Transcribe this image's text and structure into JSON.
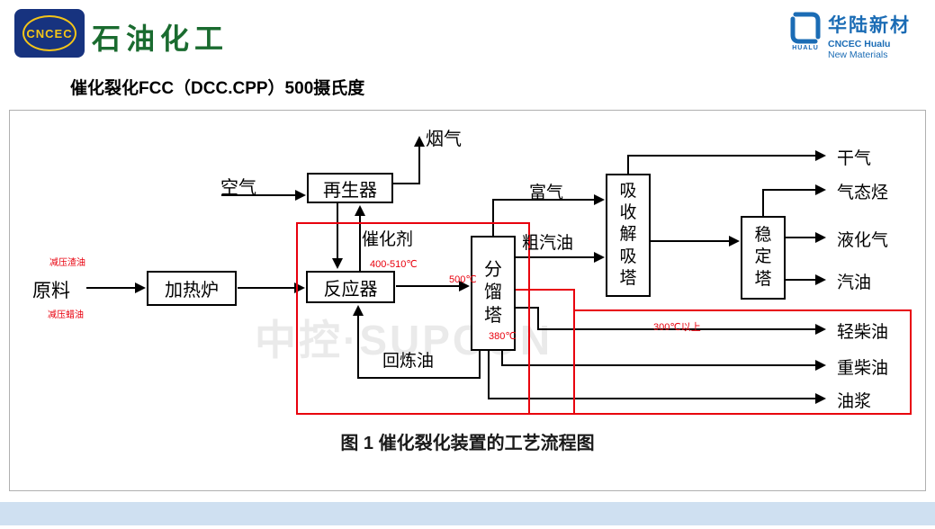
{
  "header": {
    "emblem_text": "CNCEC",
    "brand_left": "石油化工",
    "title": "催化裂化FCC（DCC.CPP）500摄氏度",
    "hualu": {
      "cn": "华陆新材",
      "en1": "CNCEC Hualu",
      "en2": "New Materials",
      "caption": "HUALU"
    }
  },
  "diagram": {
    "watermark": "中控·SUPCON",
    "caption": "图 1  催化裂化装置的工艺流程图",
    "equipment": {
      "furnace": "加热炉",
      "regenerator": "再生器",
      "reactor": "反应器",
      "fractionator": "分馏塔",
      "absorber": "吸收解吸塔",
      "stabilizer": "稳定塔"
    },
    "streams": {
      "feed": "原料",
      "air": "空气",
      "flue_gas": "烟气",
      "catalyst": "催化剂",
      "rich_gas": "富气",
      "crude_gasoline": "粗汽油",
      "recycle_oil": "回炼油",
      "dry_gas": "干气",
      "gaseous_hc": "气态烃",
      "lpg": "液化气",
      "gasoline": "汽油",
      "light_diesel": "轻柴油",
      "heavy_diesel": "重柴油",
      "oil_slurry": "油浆"
    },
    "annotations": {
      "feed_top": "减压渣油",
      "feed_bottom": "减压蜡油",
      "reactor_temp": "400-510℃",
      "fractionator_in_temp": "500℃",
      "fractionator_bottom_temp": "380℃",
      "diesel_temp": "300℃以上"
    },
    "colors": {
      "highlight_red": "#e8000d",
      "line_black": "#000000",
      "brand_blue": "#1b6cb5",
      "brand_green": "#1a6b2f",
      "footer_blue": "#cfe0f1"
    }
  }
}
